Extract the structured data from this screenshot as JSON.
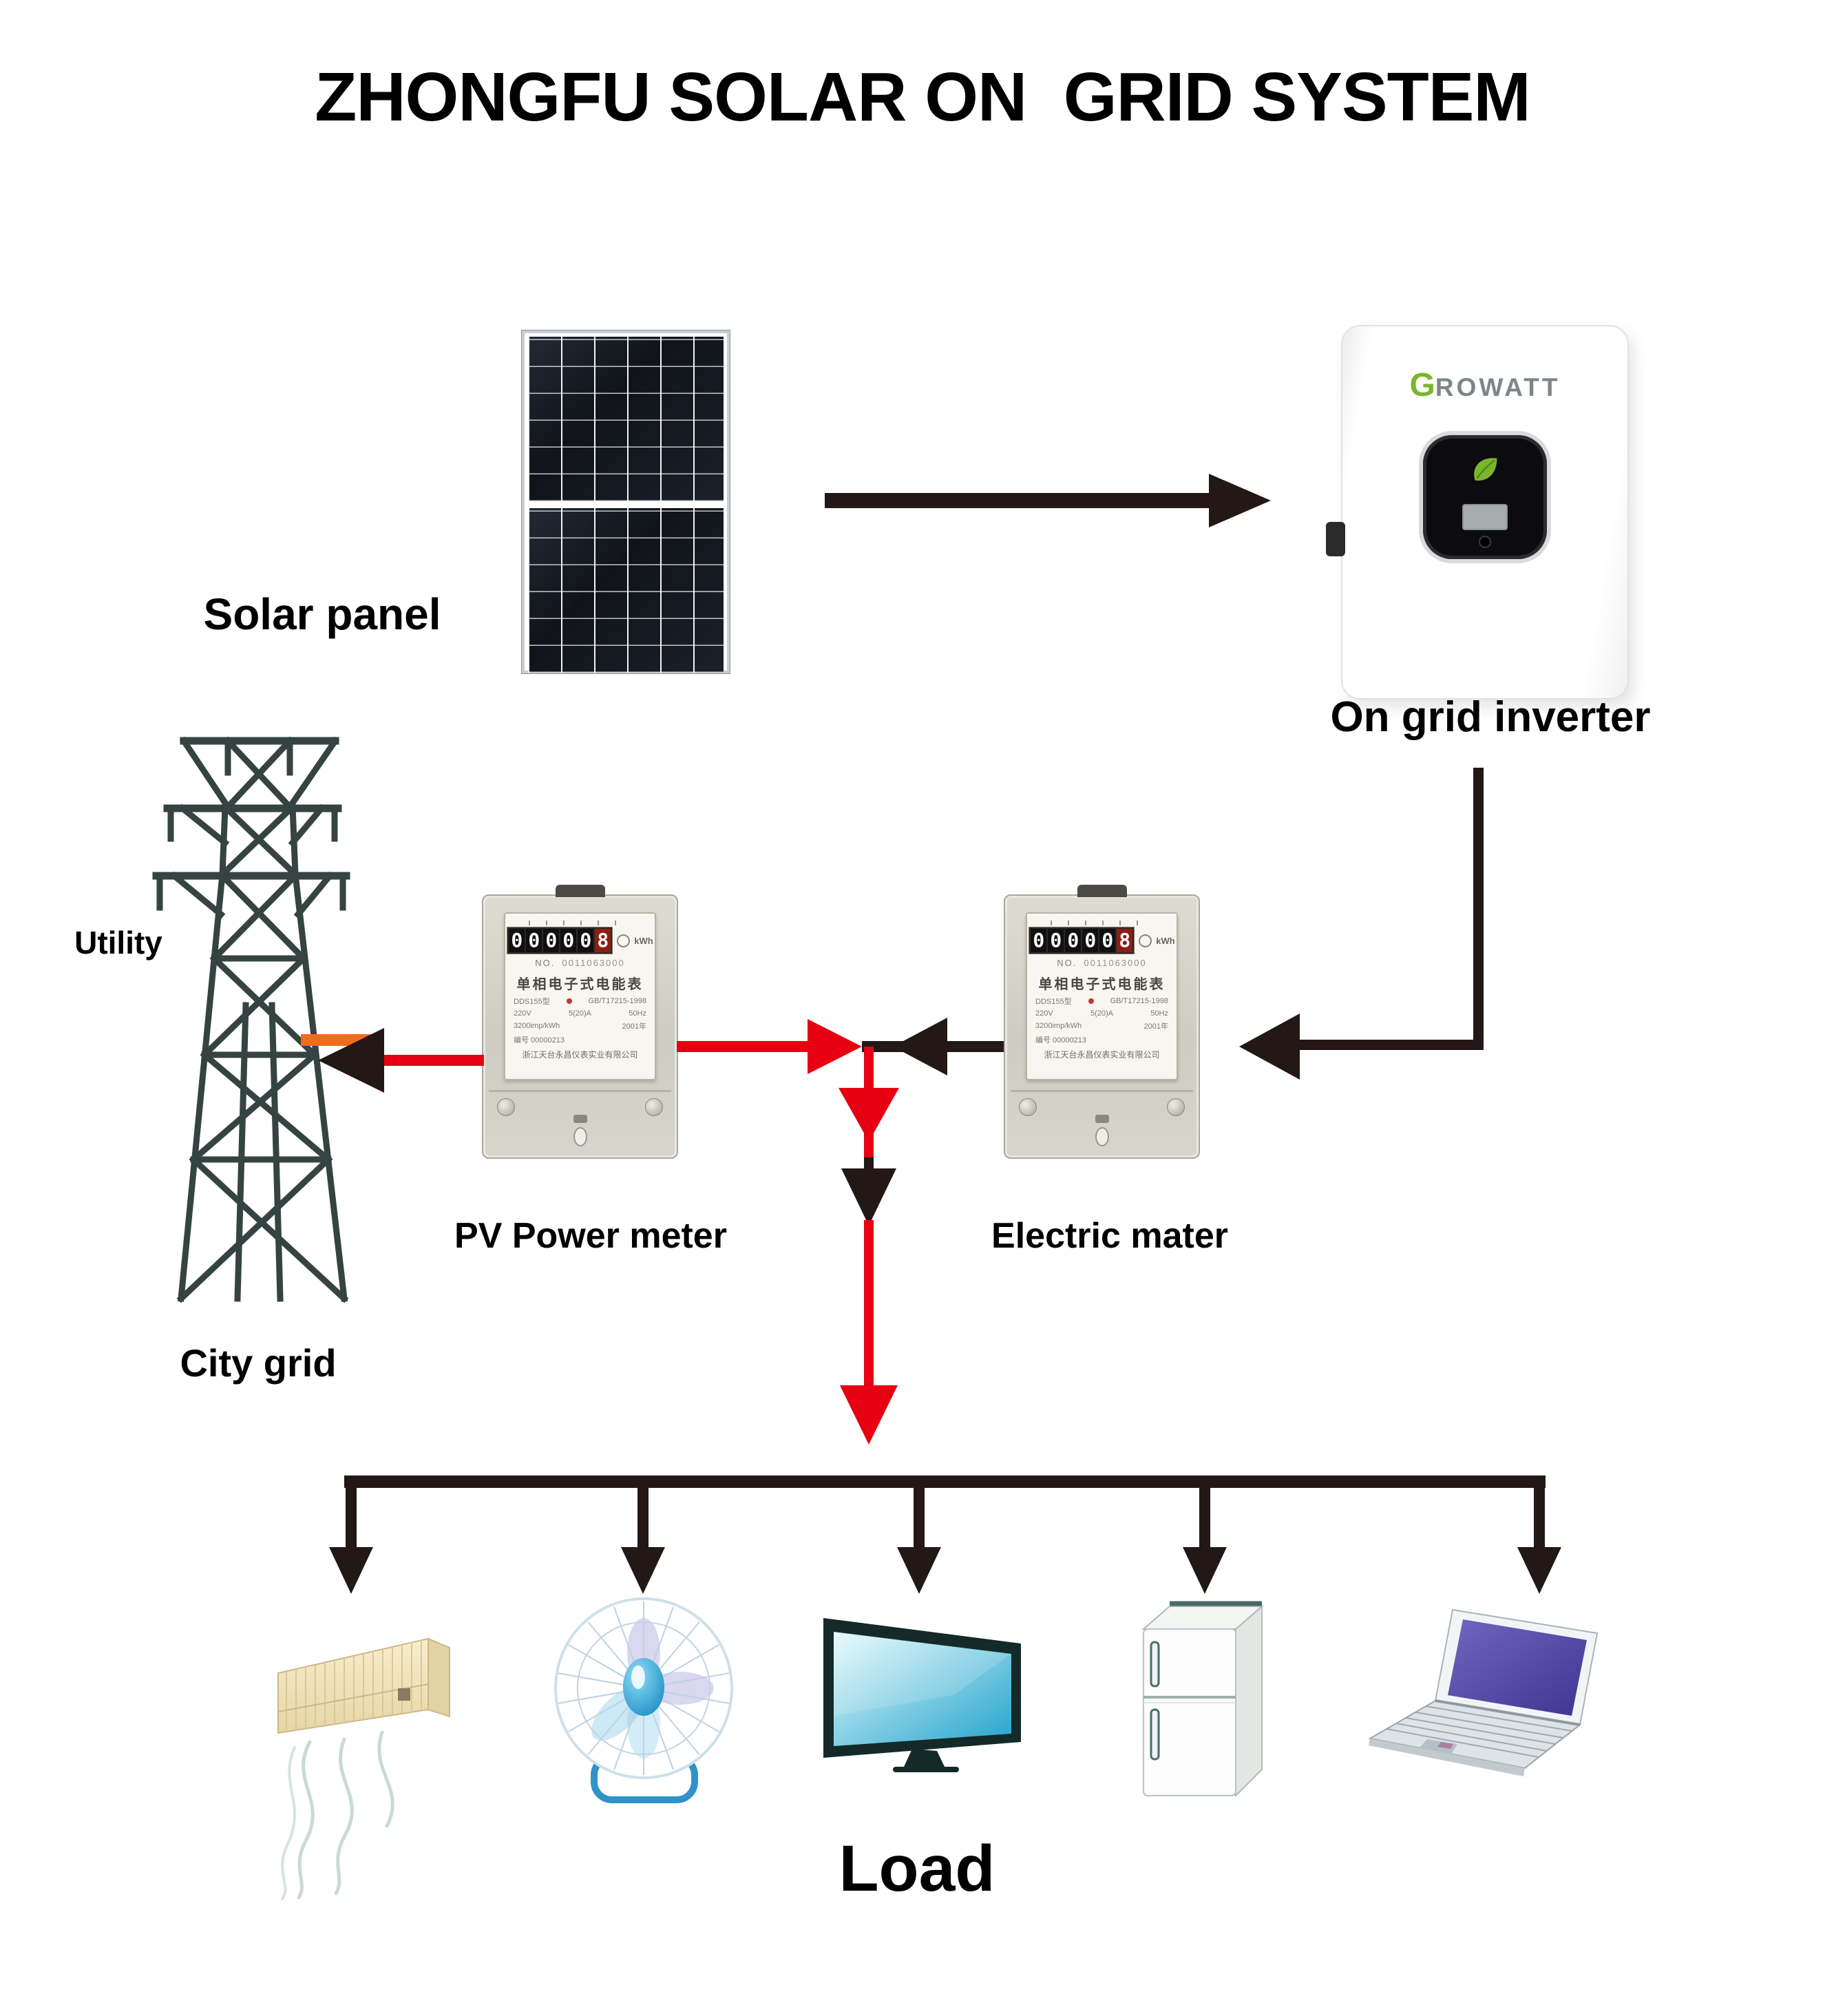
{
  "title": "ZHONGFU SOLAR ON  GRID SYSTEM",
  "labels": {
    "solar_panel": "Solar panel",
    "on_grid_inverter": "On grid inverter",
    "utility": "Utility",
    "city_grid": "City grid",
    "pv_power_meter": "PV Power meter",
    "electric_meter": "Electric mater",
    "load": "Load"
  },
  "inverter": {
    "brand_g": "G",
    "brand_rest": "ROWATT"
  },
  "meter": {
    "digits": [
      "0",
      "0",
      "0",
      "0",
      "0",
      "8"
    ],
    "unit": "kWh",
    "serial_prefix": "NO.",
    "serial": "0011063000",
    "title": "单相电子式电能表",
    "model": "DDS155型",
    "standard": "GB/T17215-1998",
    "voltage": "220V",
    "current": "5(20)A",
    "frequency": "50Hz",
    "constant": "3200imp/kWh",
    "year": "2001年",
    "serial_no": "编号 00000213",
    "company": "浙江天台永昌仪表实业有限公司"
  },
  "colors": {
    "flow_red": "#e60012",
    "flow_orange": "#ed6d1f",
    "flow_black": "#231815",
    "tower_gray": "#354341",
    "brand_green": "#7ab62c"
  }
}
